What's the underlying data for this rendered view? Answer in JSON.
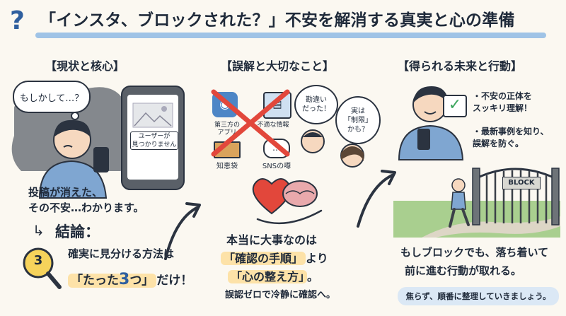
{
  "title": {
    "icon": "question-mark-icon",
    "text": "「インスタ、ブロックされた？」不安を解消する真実と心の準備"
  },
  "sections": [
    {
      "header": "【現状と核心】",
      "thought_bubble": "もしかして…？",
      "phone_message": "ユーザーが\n見つかりません",
      "statement_line1": "投稿が消えた、",
      "statement_line2": "その不安…わかります。",
      "conclusion_label": "結論：",
      "conclusion_line1": "確実に見分ける方法は",
      "conclusion_highlight_pre": "「たった",
      "conclusion_highlight_num": "3",
      "conclusion_highlight_post": "つ」",
      "conclusion_suffix": "だけ！",
      "badge_number": "3"
    },
    {
      "header": "【誤解と大切なこと】",
      "sources": [
        {
          "label": "第三方の\nアプリ",
          "icon": "app-icon"
        },
        {
          "label": "不適な情報",
          "icon": "browser-icon"
        },
        {
          "label": "知恵袋",
          "icon": "book-icon"
        },
        {
          "label": "SNSの噂",
          "icon": "speech-icon"
        }
      ],
      "bubble_a": "勘違い\nだった！",
      "bubble_b": "実は\n「制限」\nかも？",
      "main_line1": "本当に大事なのは",
      "main_highlight1": "「確認の手順」",
      "main_highlight1_suffix": "より",
      "main_highlight2": "「心の整え方」",
      "main_highlight2_suffix": "。",
      "sub_line": "誤認ゼロで冷静に確認へ。"
    },
    {
      "header": "【得られる未来と行動】",
      "bullets": [
        "不安の正体を\nスッキリ理解！",
        "最新事例を知り、\n誤解を防ぐ。"
      ],
      "gate_sign": "BLOCK",
      "main_line1": "もしブロックでも、落ち着いて",
      "main_line2": "前に進む行動が取れる。",
      "footer": "焦らず、順番に整理していきましょう。"
    }
  ],
  "colors": {
    "accent_blue": "#2f5f9f",
    "light_blue": "#9fc3e6",
    "highlight_yellow": "#fde2a8",
    "red_x": "#e2473b",
    "background": "#fbf8f1"
  }
}
